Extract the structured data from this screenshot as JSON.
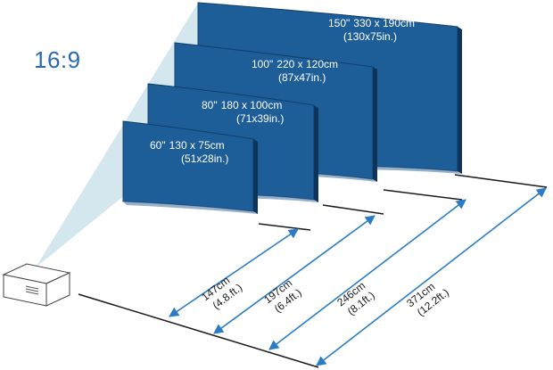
{
  "aspect_ratio": "16:9",
  "colors": {
    "screen_fill": "#1d5d98",
    "beam": "#cfe4ec",
    "arrow": "#2a7cc7",
    "ratio_text": "#2a6ab1",
    "line": "#1a1a1a"
  },
  "screens": [
    {
      "size": "60\"",
      "metric": "130 x 75cm",
      "imperial": "(51x28in.)"
    },
    {
      "size": "80\"",
      "metric": "180 x 100cm",
      "imperial": "(71x39in.)"
    },
    {
      "size": "100\"",
      "metric": "220 x 120cm",
      "imperial": "(87x47in.)"
    },
    {
      "size": "150\"",
      "metric": "330 x 190cm",
      "imperial": "(130x75in.)"
    }
  ],
  "distances": [
    {
      "metric": "147cm",
      "imperial": "(4.8.ft.)"
    },
    {
      "metric": "197cm",
      "imperial": "(6.4ft.)"
    },
    {
      "metric": "246cm",
      "imperial": "(8.1ft.)"
    },
    {
      "metric": "371cm",
      "imperial": "(12.2ft.)"
    }
  ]
}
